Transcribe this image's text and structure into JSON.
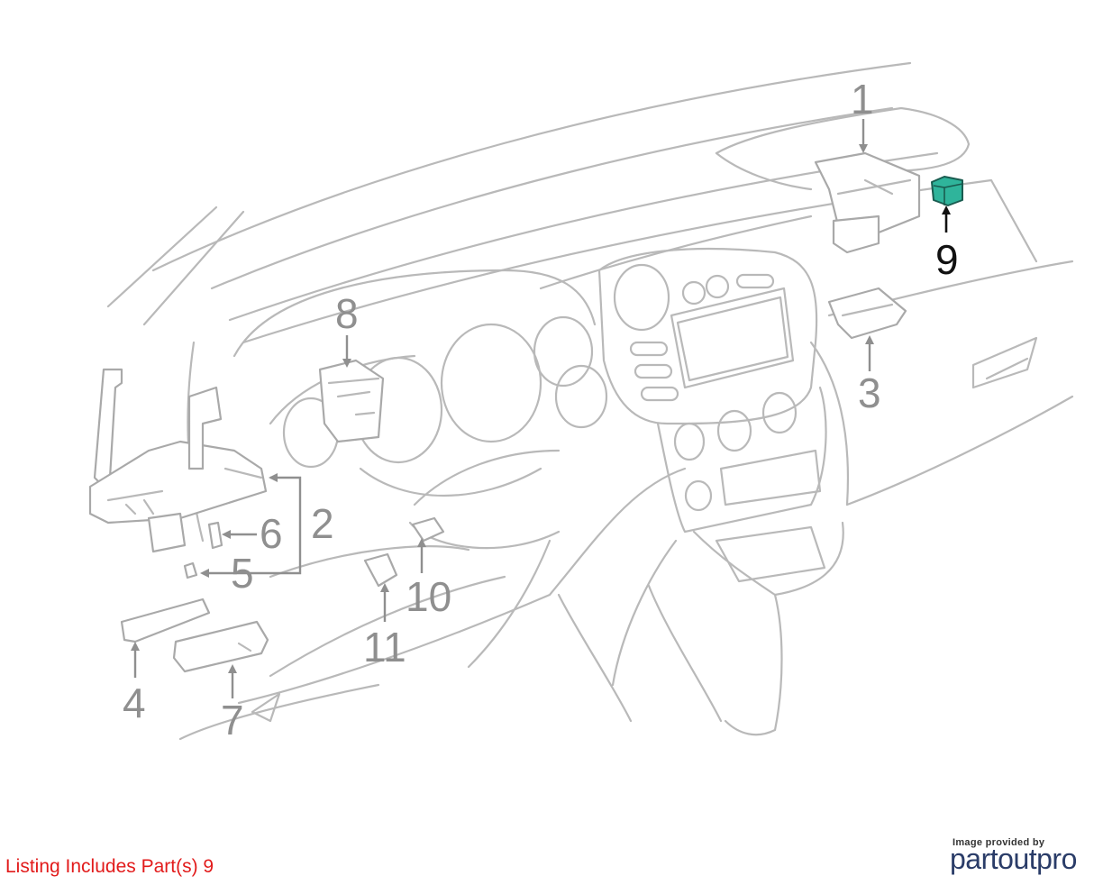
{
  "callouts": [
    {
      "id": "1",
      "label": "1"
    },
    {
      "id": "2",
      "label": "2"
    },
    {
      "id": "3",
      "label": "3"
    },
    {
      "id": "4",
      "label": "4"
    },
    {
      "id": "5",
      "label": "5"
    },
    {
      "id": "6",
      "label": "6"
    },
    {
      "id": "7",
      "label": "7"
    },
    {
      "id": "8",
      "label": "8"
    },
    {
      "id": "9",
      "label": "9"
    },
    {
      "id": "10",
      "label": "10"
    },
    {
      "id": "11",
      "label": "11"
    }
  ],
  "highlighted_part": "9",
  "colors": {
    "highlight_fill": "#2fb49b",
    "line_color": "#b9b9b9",
    "callout_color": "#8f8f8f",
    "listing_text_color": "#e21b1b",
    "brand_color": "#2a3c68"
  },
  "footer": {
    "listing_note": "Listing Includes Part(s) 9",
    "credit_small": "Image provided by",
    "credit_brand": "partoutpro"
  }
}
